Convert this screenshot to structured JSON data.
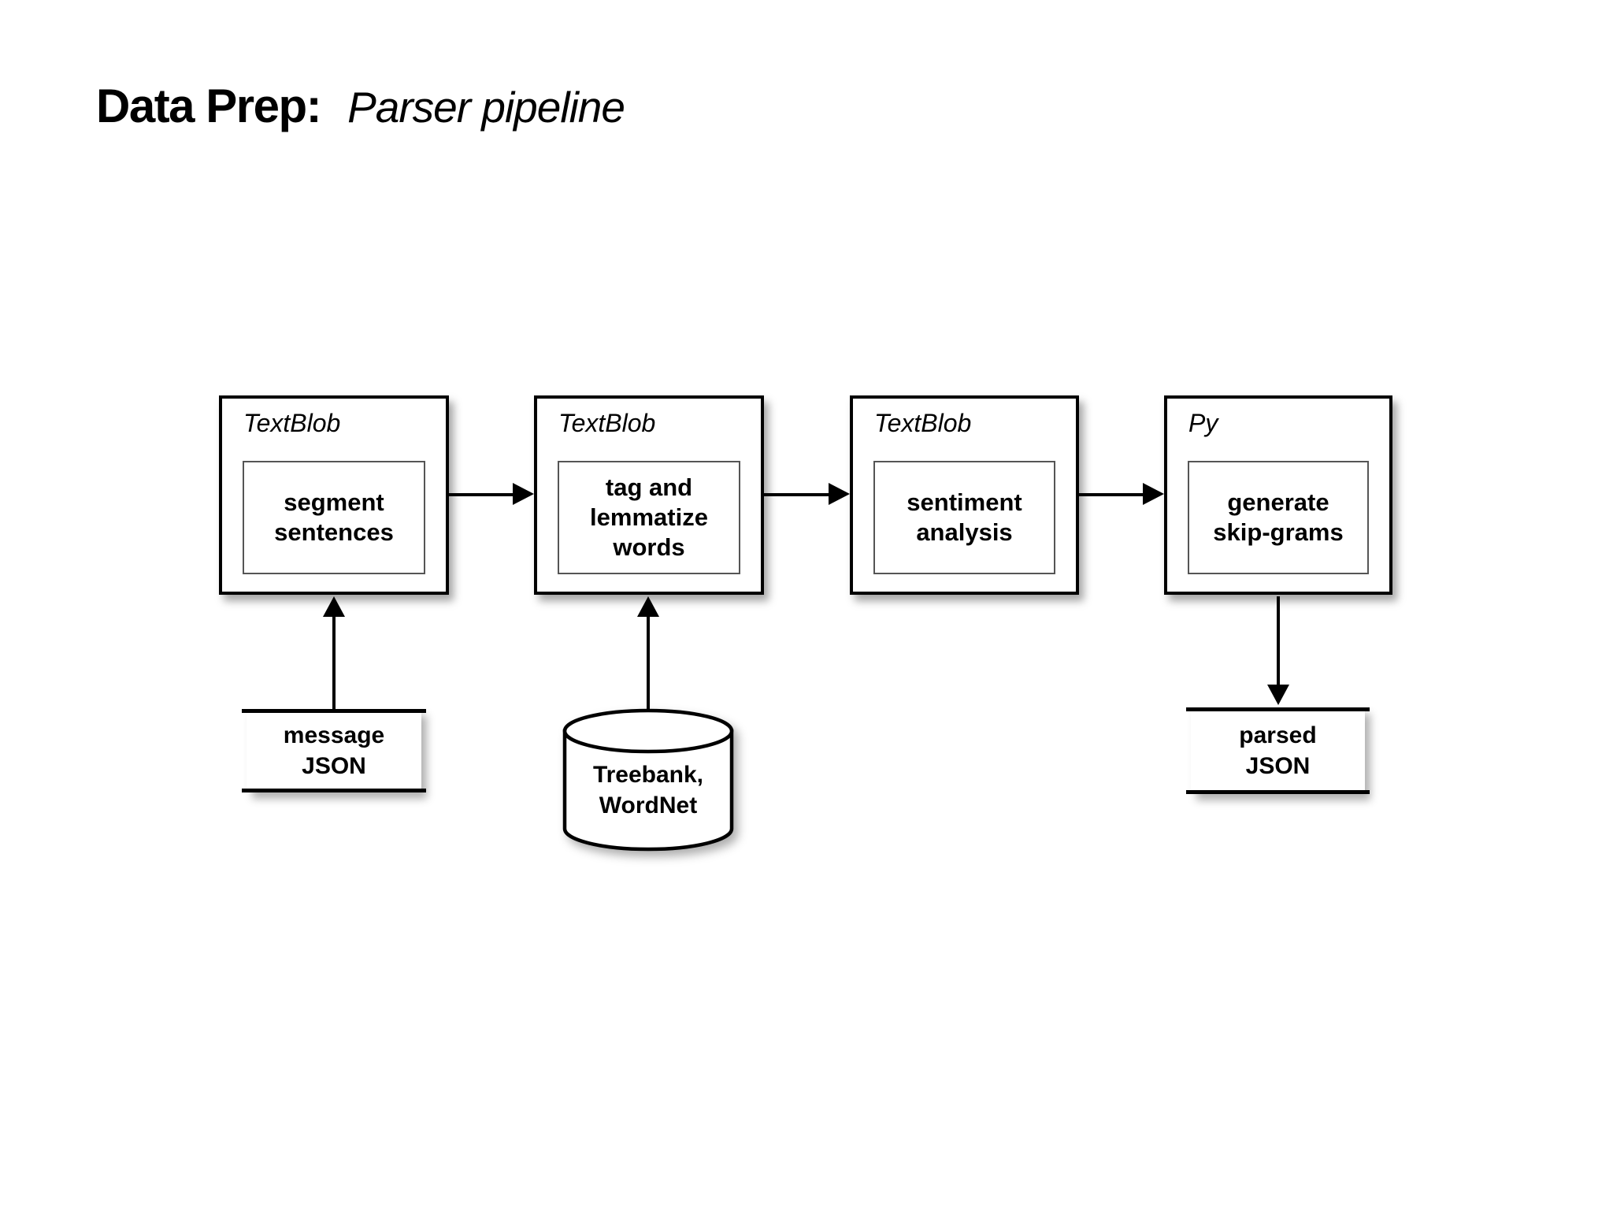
{
  "title": {
    "label_bold": "Data Prep:",
    "label_italic": "Parser pipeline"
  },
  "diagram": {
    "nodes": [
      {
        "framework": "TextBlob",
        "step": "segment sentences"
      },
      {
        "framework": "TextBlob",
        "step": "tag and lemmatize words"
      },
      {
        "framework": "TextBlob",
        "step": "sentiment analysis"
      },
      {
        "framework": "Py",
        "step": "generate skip-grams"
      }
    ],
    "inputs": [
      {
        "shape": "card",
        "label": "message JSON"
      },
      {
        "shape": "cylinder",
        "label": "Treebank, WordNet"
      }
    ],
    "output": {
      "shape": "card",
      "label": "parsed JSON"
    },
    "edges": [
      {
        "from": "segment sentences",
        "to": "tag and lemmatize words",
        "direction": "right"
      },
      {
        "from": "tag and lemmatize words",
        "to": "sentiment analysis",
        "direction": "right"
      },
      {
        "from": "sentiment analysis",
        "to": "generate skip-grams",
        "direction": "right"
      },
      {
        "from": "message JSON",
        "to": "segment sentences",
        "direction": "up"
      },
      {
        "from": "Treebank, WordNet",
        "to": "tag and lemmatize words",
        "direction": "up"
      },
      {
        "from": "generate skip-grams",
        "to": "parsed JSON",
        "direction": "down"
      }
    ]
  },
  "colors": {
    "background": "#ffffff",
    "stroke": "#000000",
    "inner_border": "#555555"
  }
}
